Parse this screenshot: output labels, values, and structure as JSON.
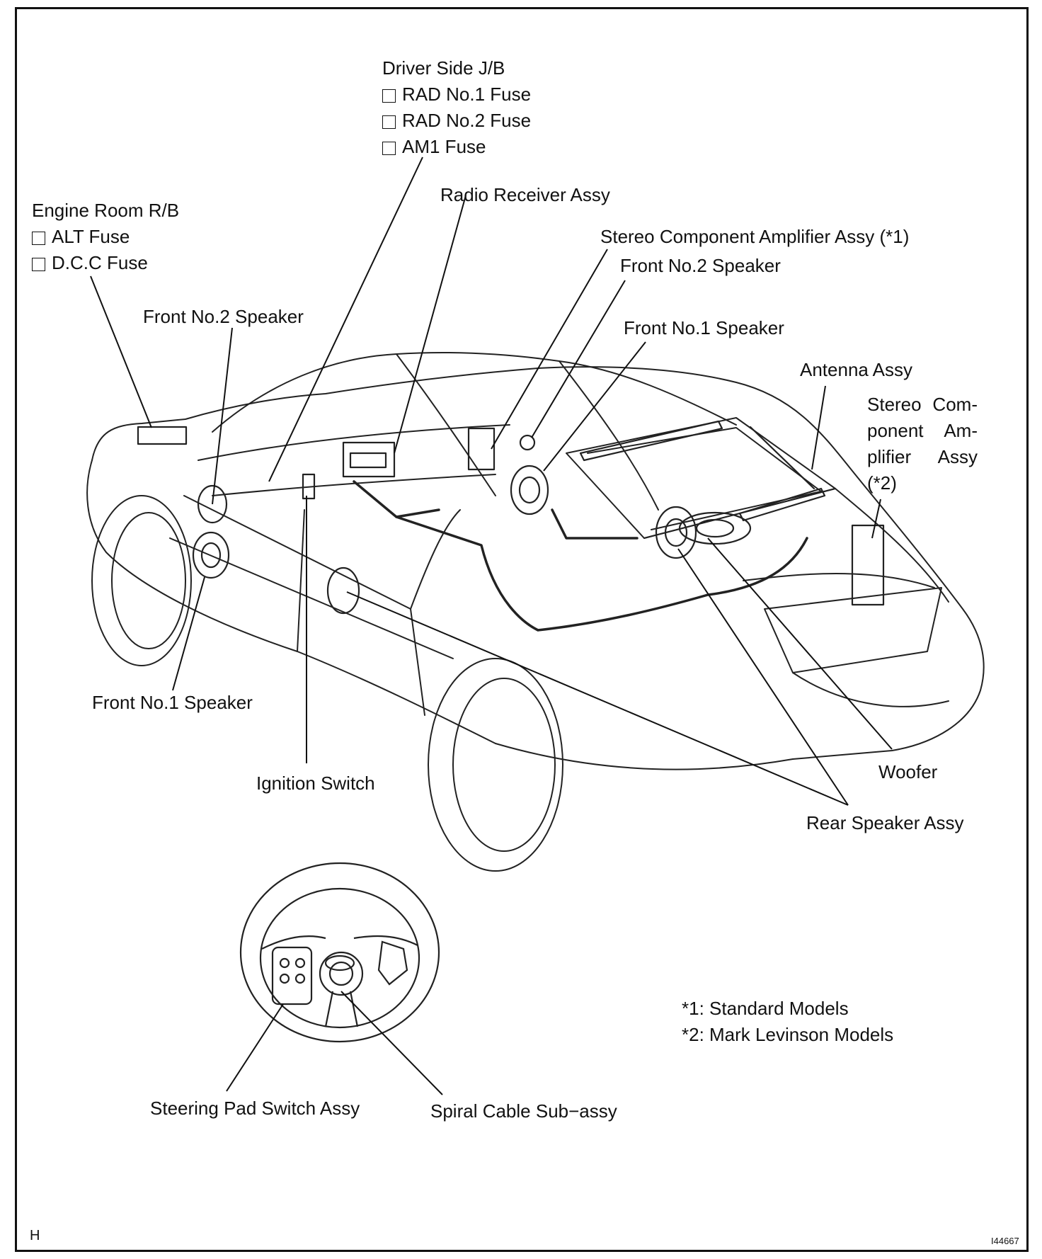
{
  "labels": {
    "driver_jb": "Driver Side J/B",
    "rad1_fuse": "RAD No.1 Fuse",
    "rad2_fuse": "RAD No.2 Fuse",
    "am1_fuse": "AM1 Fuse",
    "engine_rb": "Engine Room R/B",
    "alt_fuse": "ALT Fuse",
    "dcc_fuse": "D.C.C Fuse",
    "radio_receiver": "Radio Receiver Assy",
    "amp_standard": "Stereo Component Amplifier Assy (*1)",
    "front_no2_right": "Front No.2 Speaker",
    "front_no1_right": "Front No.1 Speaker",
    "front_no2_left": "Front No.2 Speaker",
    "antenna": "Antenna Assy",
    "amp_ml_line1": "Stereo Com-",
    "amp_ml_line2": "ponent Am-",
    "amp_ml_line3": "plifier Assy",
    "amp_ml_line4": "(*2)",
    "front_no1_left": "Front No.1 Speaker",
    "ignition_switch": "Ignition Switch",
    "woofer": "Woofer",
    "rear_speaker": "Rear Speaker Assy",
    "steering_pad": "Steering Pad Switch Assy",
    "spiral_cable": "Spiral Cable Sub−assy"
  },
  "notes": {
    "note1": "*1: Standard Models",
    "note2": "*2: Mark Levinson Models"
  },
  "footer": {
    "corner_letter": "H",
    "figure_code": "I44667"
  }
}
